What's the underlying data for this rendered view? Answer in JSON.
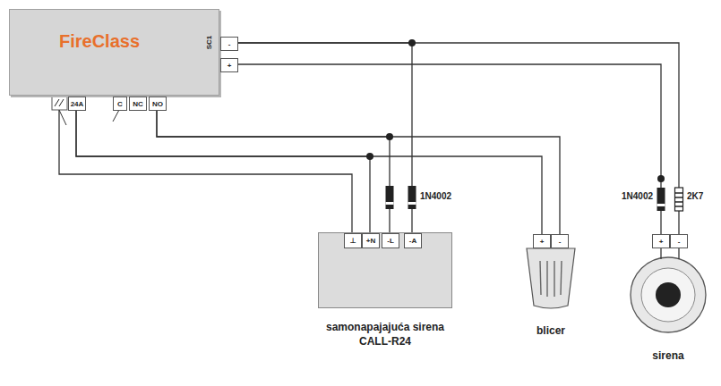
{
  "diagram": {
    "nodes": [
      {
        "text": [
          "FireClass"
        ]
      },
      {
        "text": [
          "-"
        ],
        "in": 0
      },
      {
        "text": [
          "+"
        ],
        "in": 0
      },
      {
        "text": [
          "24A"
        ],
        "in": 0
      },
      {
        "text": [
          "C"
        ],
        "in": 0
      },
      {
        "text": [
          "NC"
        ],
        "in": 0
      },
      {
        "text": [
          "NO"
        ],
        "in": 0
      },
      {
        "text": [
          "samonapajajuća sirena CALL-R24"
        ]
      },
      {
        "text": [
          "⊥"
        ],
        "in": 7
      },
      {
        "text": [
          "+N"
        ],
        "in": 7
      },
      {
        "text": [
          "-L"
        ],
        "in": 7
      },
      {
        "text": [
          "-A"
        ],
        "in": 7
      },
      {
        "text": [
          "blicer"
        ]
      },
      {
        "text": [
          "+"
        ],
        "in": 12
      },
      {
        "text": [
          "-"
        ],
        "in": 12
      },
      {
        "text": [
          "sirena"
        ]
      },
      {
        "text": [
          "+"
        ],
        "in": 15
      },
      {
        "text": [
          "-"
        ],
        "in": 15
      }
    ],
    "edges": [
      {
        "from": 1,
        "to": 11,
        "arrow": "none"
      },
      {
        "from": 1,
        "to": 17,
        "arrow": "none"
      },
      {
        "from": 2,
        "to": 16,
        "arrow": "none"
      },
      {
        "from": 3,
        "to": 9,
        "arrow": "none"
      },
      {
        "from": 3,
        "to": 13,
        "arrow": "none"
      },
      {
        "from": 6,
        "to": 10,
        "arrow": "none"
      },
      {
        "from": 6,
        "to": 14,
        "arrow": "none"
      }
    ],
    "labels": [
      "SC1",
      "1N4002",
      "1N4002",
      "2K7"
    ]
  }
}
